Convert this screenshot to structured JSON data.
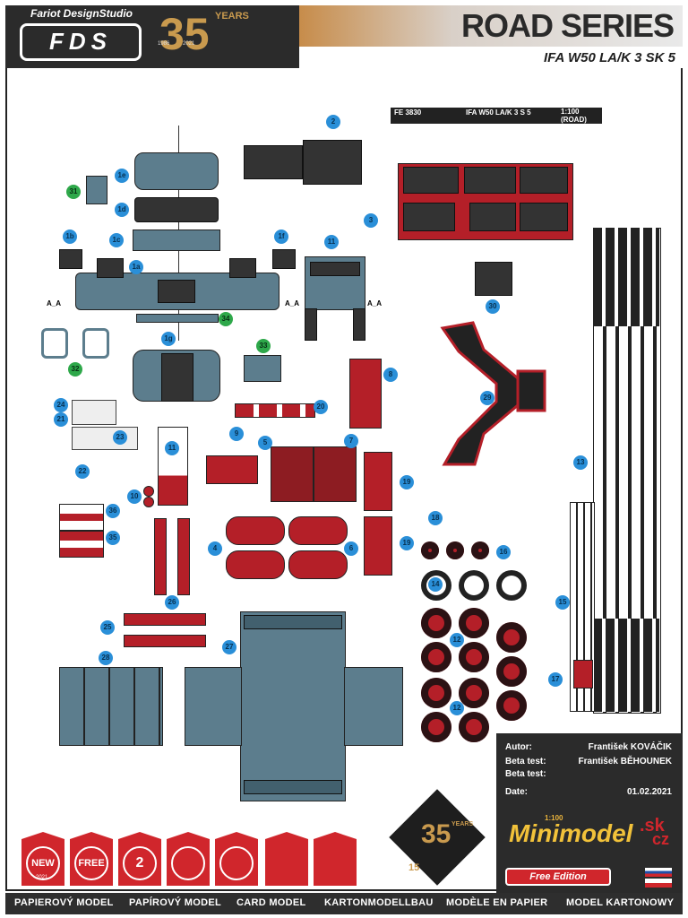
{
  "header": {
    "studio_name": "Fariot DesignStudio",
    "logo_text": "FDS",
    "anniversary_number": "35",
    "anniversary_word": "YEARS",
    "years_from": "1986",
    "years_to": "2021",
    "series_title": "ROAD SERIES",
    "model_name": "IFA W50 LA/K 3 SK 5",
    "brand_color": "#2b2b2b",
    "accent_color": "#c78c4a"
  },
  "info_strip": {
    "code": "FE 3830",
    "model": "IFA W50 LA/K 3 S 5",
    "scale": "1:100",
    "category": "(ROAD)"
  },
  "part_labels": {
    "p1a": "1a",
    "p1b": "1b",
    "p1c": "1c",
    "p1d": "1d",
    "p1e": "1e",
    "p1f": "1f",
    "p1g": "1g",
    "p2": "2",
    "p3": "3",
    "p4": "4",
    "p5": "5",
    "p6": "6",
    "p7": "7",
    "p8": "8",
    "p9": "9",
    "p10": "10",
    "p11": "11",
    "p12": "12",
    "p13": "13",
    "p14": "14",
    "p15": "15",
    "p16": "16",
    "p17": "17",
    "p18": "18",
    "p19": "19",
    "p20": "20",
    "p21": "21",
    "p22": "22",
    "p23": "23",
    "p24": "24",
    "p25": "25",
    "p26": "26",
    "p27": "27",
    "p28": "28",
    "p29": "29",
    "p30": "30",
    "p31": "31",
    "p32": "32",
    "p33": "33",
    "p34": "34",
    "p35": "35",
    "p36": "36",
    "p11b": "11",
    "p19b": "19",
    "p12b": "12"
  },
  "section_marks": {
    "aa_left": "A_A",
    "aa_right": "A_A",
    "aa_right2": "A_A"
  },
  "credits": {
    "author_label": "Autor:",
    "author_value": "František KOVÁČIK",
    "beta1_label": "Beta test:",
    "beta1_value": "František BĚHOUNEK",
    "beta2_label": "Beta test:",
    "beta2_value": "",
    "date_label": "Date:",
    "date_value": "01.02.2021"
  },
  "brand": {
    "site": "Minimodel",
    "tld_sk": ".sk",
    "tld_cz": "cz",
    "scale_badge": "1:100",
    "edition": "Free Edition"
  },
  "badges": {
    "new_label": "NEW",
    "new_year": "2021",
    "free_label": "FREE",
    "sheets_label": "2",
    "stamp_label": "15"
  },
  "footer": {
    "items": [
      "PAPIEROVÝ MODEL",
      "PAPÍROVÝ MODEL",
      "CARD MODEL",
      "KARTONMODELLBAU",
      "MODÈLE EN PAPIER",
      "MODEL KARTONOWY"
    ]
  }
}
